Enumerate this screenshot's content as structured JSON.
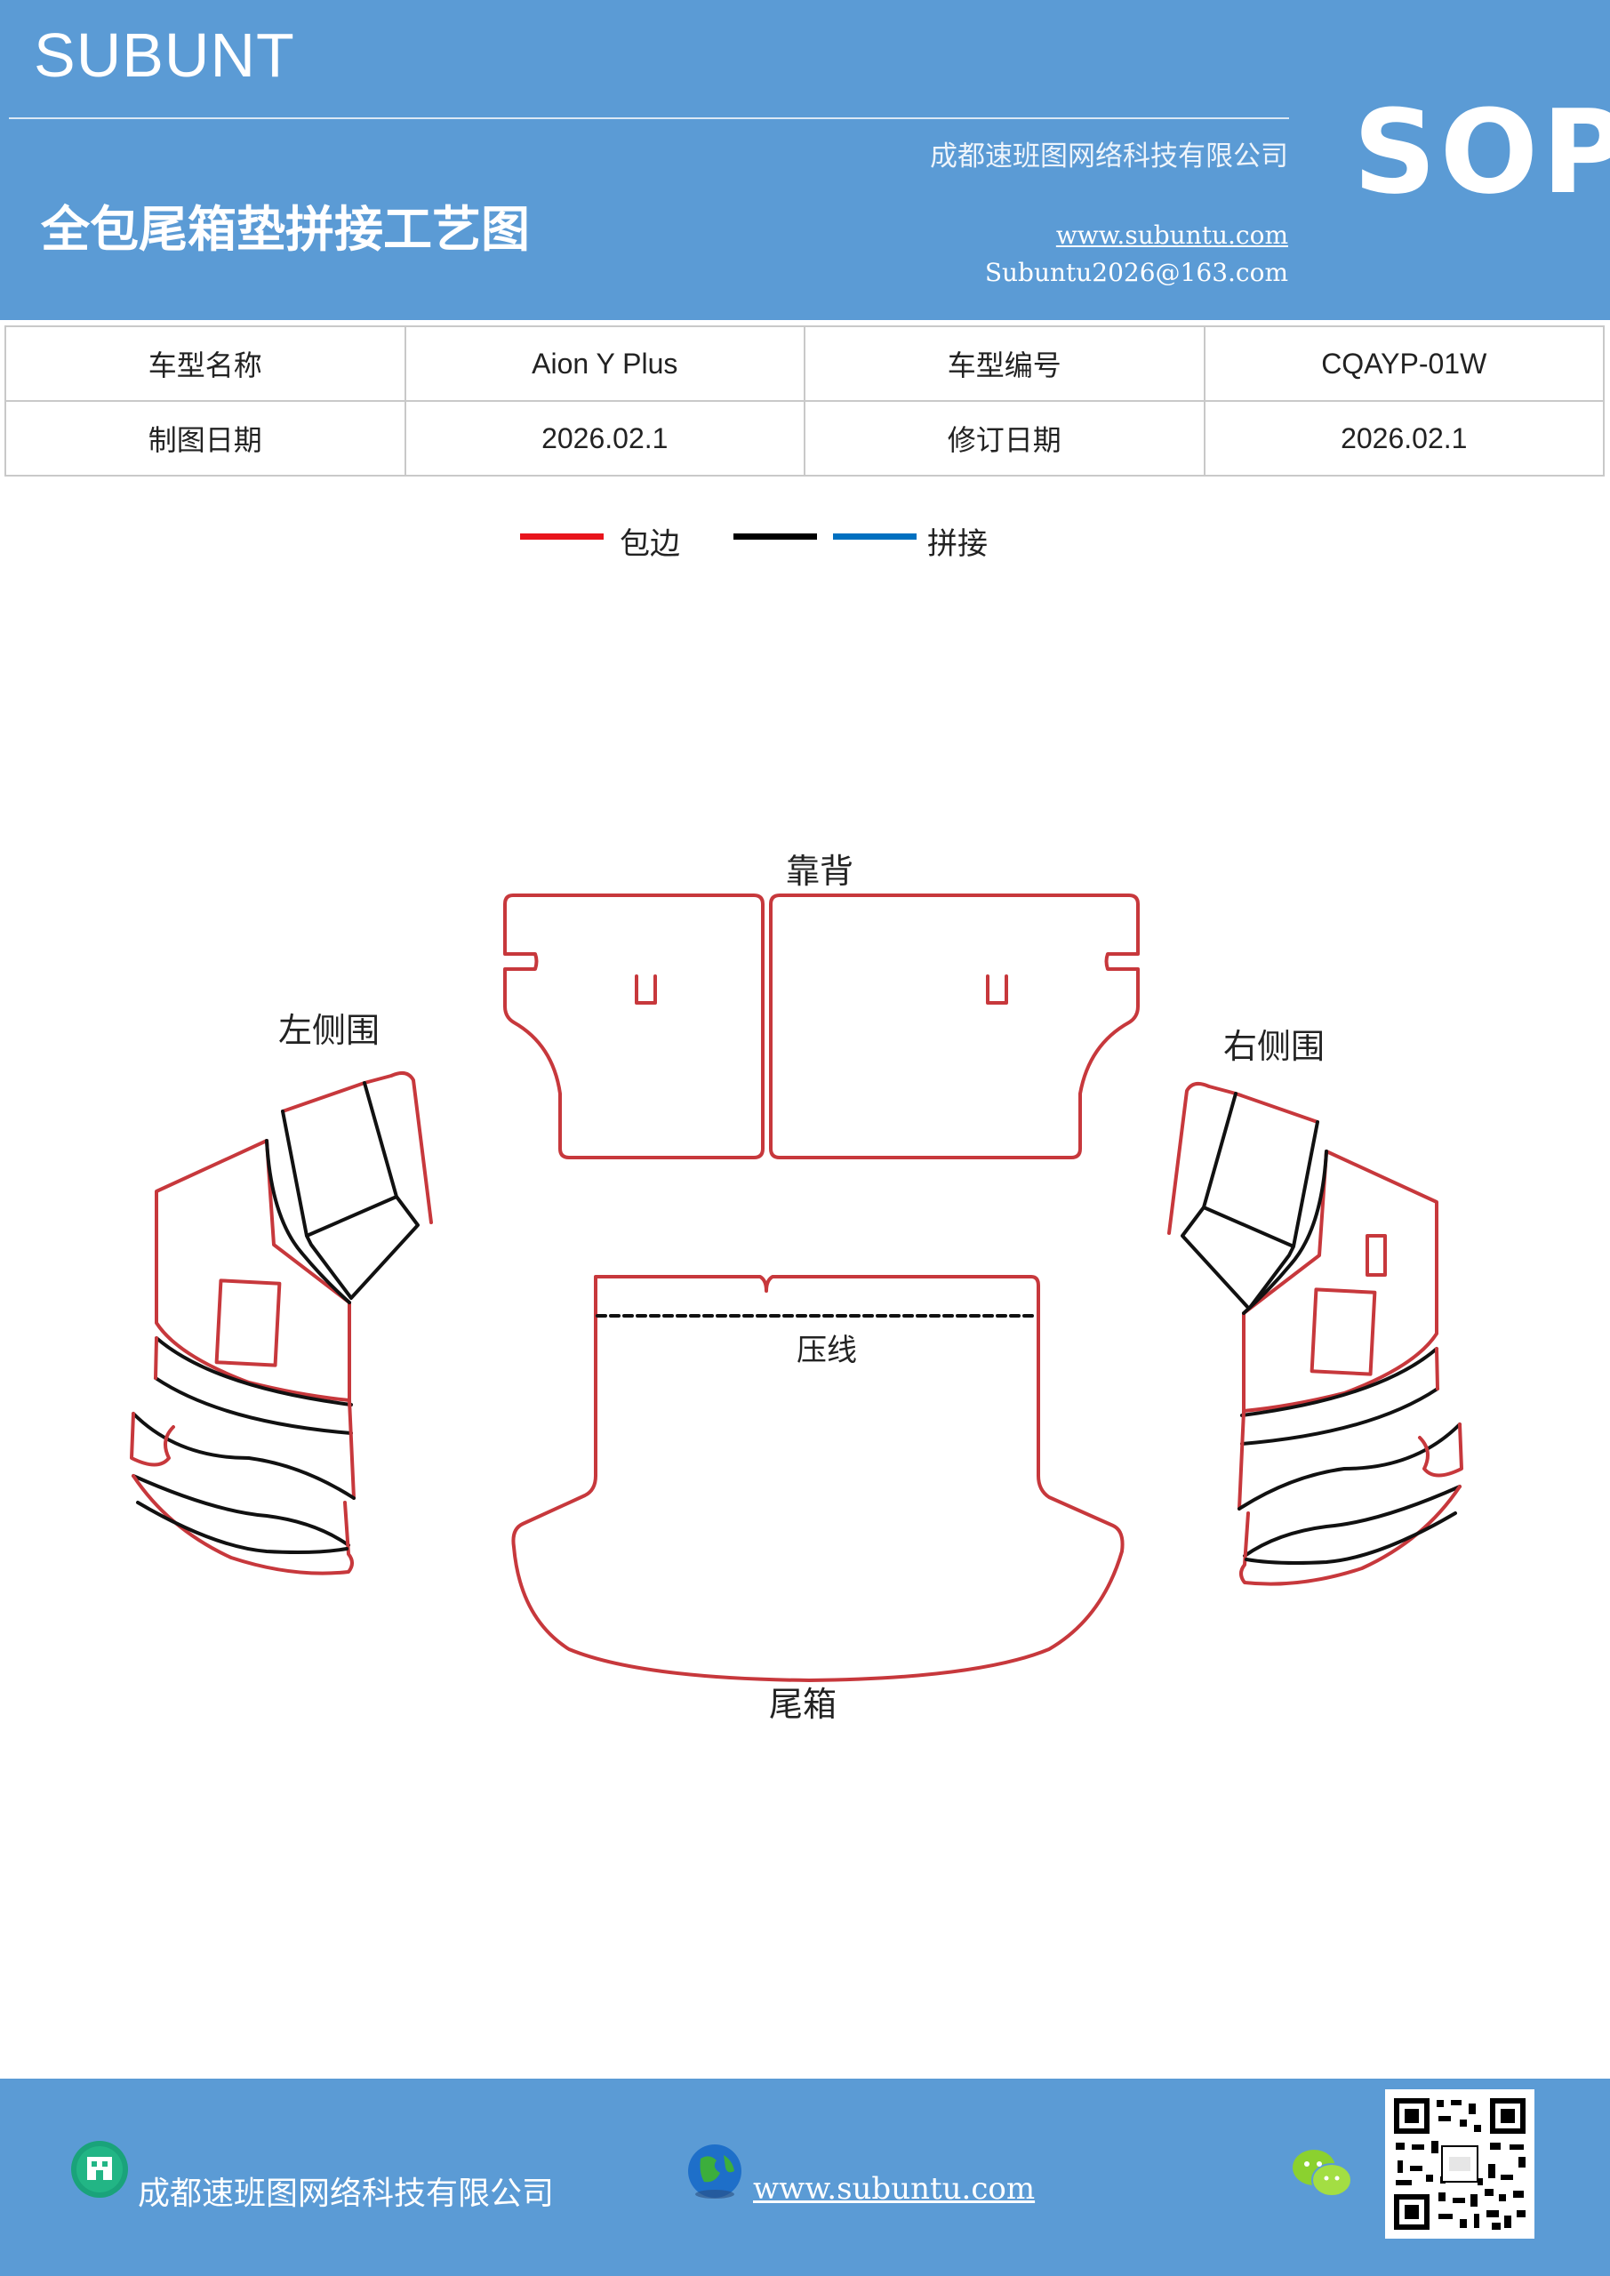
{
  "header": {
    "brand": "SUBUNT",
    "company": "成都速班图网络科技有限公司",
    "title": "全包尾箱垫拼接工艺图",
    "website": "www.subuntu.com",
    "email": "Subuntu2026@163.com",
    "badge": "SOP"
  },
  "info_table": {
    "rows": [
      {
        "label1": "车型名称",
        "value1": "Aion  Y  Plus",
        "label2": "车型编号",
        "value2": "CQAYP-01W"
      },
      {
        "label1": "制图日期",
        "value1": "2026.02.1",
        "label2": "修订日期",
        "value2": "2026.02.1"
      }
    ]
  },
  "legend": {
    "items": [
      {
        "label": "包边",
        "color": "#e8141c"
      },
      {
        "label": "",
        "color": "#000000"
      },
      {
        "label": "拼接",
        "color": "#0070c0"
      }
    ]
  },
  "drawing": {
    "labels": {
      "backrest": "靠背",
      "left_side": "左侧围",
      "right_side": "右侧围",
      "crease": "压线",
      "trunk": "尾箱"
    },
    "colors": {
      "edge": "#c7383c",
      "splice": "#111111"
    }
  },
  "footer": {
    "company": "成都速班图网络科技有限公司",
    "website": "www.subuntu.com",
    "icons": [
      "building-icon",
      "globe-icon",
      "wechat-icon",
      "qr-code"
    ]
  }
}
